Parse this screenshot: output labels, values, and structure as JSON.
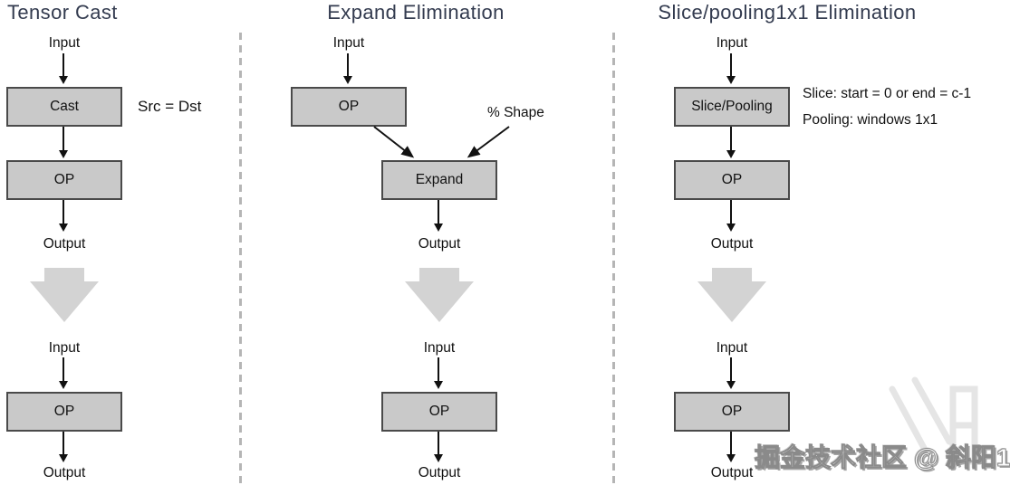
{
  "colors": {
    "box_fill": "#c9c9c9",
    "box_border": "#4a4a4a",
    "title_color": "#333b4f",
    "text_color": "#111111",
    "divider_color": "#b5b5b5",
    "big_arrow": "#d3d3d3"
  },
  "col1": {
    "title": "Tensor Cast",
    "input_top": "Input",
    "box1": "Cast",
    "annotation": "Src = Dst",
    "box2": "OP",
    "output_top": "Output",
    "input_bottom": "Input",
    "box3": "OP",
    "output_bottom": "Output"
  },
  "col2": {
    "title": "Expand Elimination",
    "input_top": "Input",
    "box1": "OP",
    "annotation": "% Shape",
    "box2": "Expand",
    "output_top": "Output",
    "input_bottom": "Input",
    "box3": "OP",
    "output_bottom": "Output"
  },
  "col3": {
    "title": "Slice/pooling1x1 Elimination",
    "input_top": "Input",
    "box1": "Slice/Pooling",
    "annotation1": "Slice: start = 0 or end = c-1",
    "annotation2": "Pooling: windows 1x1",
    "box2": "OP",
    "output_top": "Output",
    "input_bottom": "Input",
    "box3": "OP",
    "output_bottom": "Output"
  },
  "watermark": {
    "text": "掘金技术社区 @ 斜阳1"
  }
}
